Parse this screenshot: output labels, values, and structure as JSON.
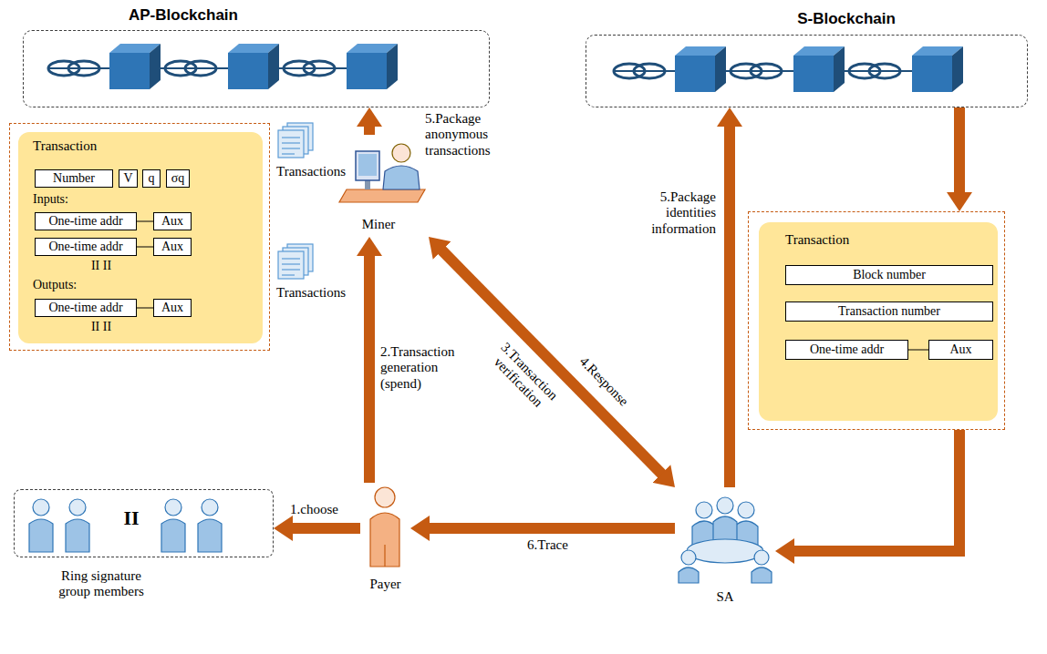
{
  "diagram": {
    "nodes": [
      {
        "text": [
          "AP-Blockchain"
        ]
      },
      {
        "text": [
          "S-Blockchain"
        ]
      },
      {
        "text": [
          "Transaction",
          "Inputs:",
          "II II",
          "Outputs:",
          "II II"
        ]
      },
      {
        "text": [
          "Number"
        ],
        "in": 2
      },
      {
        "text": [
          "V"
        ],
        "in": 2
      },
      {
        "text": [
          "q"
        ],
        "in": 2
      },
      {
        "text": [
          "σq"
        ],
        "in": 2
      },
      {
        "text": [
          "One-time addr"
        ],
        "in": 2
      },
      {
        "text": [
          "Aux"
        ],
        "in": 2
      },
      {
        "text": [
          "One-time addr"
        ],
        "in": 2
      },
      {
        "text": [
          "Aux"
        ],
        "in": 2
      },
      {
        "text": [
          "One-time addr"
        ],
        "in": 2
      },
      {
        "text": [
          "Aux"
        ],
        "in": 2
      },
      {
        "text": [
          "Miner"
        ]
      },
      {
        "text": [
          "Transaction"
        ]
      },
      {
        "text": [
          "Block number"
        ],
        "in": 14
      },
      {
        "text": [
          "Transaction number"
        ],
        "in": 14
      },
      {
        "text": [
          "One-time addr"
        ],
        "in": 14
      },
      {
        "text": [
          "Aux"
        ],
        "in": 14
      },
      {
        "text": [
          "Ring signature group members",
          "II"
        ]
      },
      {
        "text": [
          "Payer"
        ]
      },
      {
        "text": [
          "SA"
        ]
      }
    ],
    "edges": [
      {
        "from": 20,
        "to": 19,
        "label": "1.choose",
        "arrow": "to"
      },
      {
        "from": 20,
        "to": 13,
        "label": "2.Transaction generation (spend)",
        "arrow": "to"
      },
      {
        "from": 13,
        "to": 21,
        "label": "3.Transaction verification",
        "arrow": "both"
      },
      {
        "from": 13,
        "to": 0,
        "label": "5.Package anonymous transactions",
        "arrow": "to"
      },
      {
        "from": 21,
        "to": 1,
        "label": "5.Package identities information",
        "arrow": "to"
      },
      {
        "from": 1,
        "to": 14,
        "arrow": "to"
      },
      {
        "from": 14,
        "to": 21,
        "arrow": "to"
      },
      {
        "from": 21,
        "to": 20,
        "label": "6.Trace",
        "arrow": "to"
      },
      {
        "from": 7,
        "to": 8,
        "arrow": "none"
      },
      {
        "from": 9,
        "to": 10,
        "arrow": "none"
      },
      {
        "from": 11,
        "to": 12,
        "arrow": "none"
      },
      {
        "from": 17,
        "to": 18,
        "arrow": "none"
      }
    ],
    "labels": [
      "4.Response",
      "Transactions",
      "Transactions"
    ]
  }
}
